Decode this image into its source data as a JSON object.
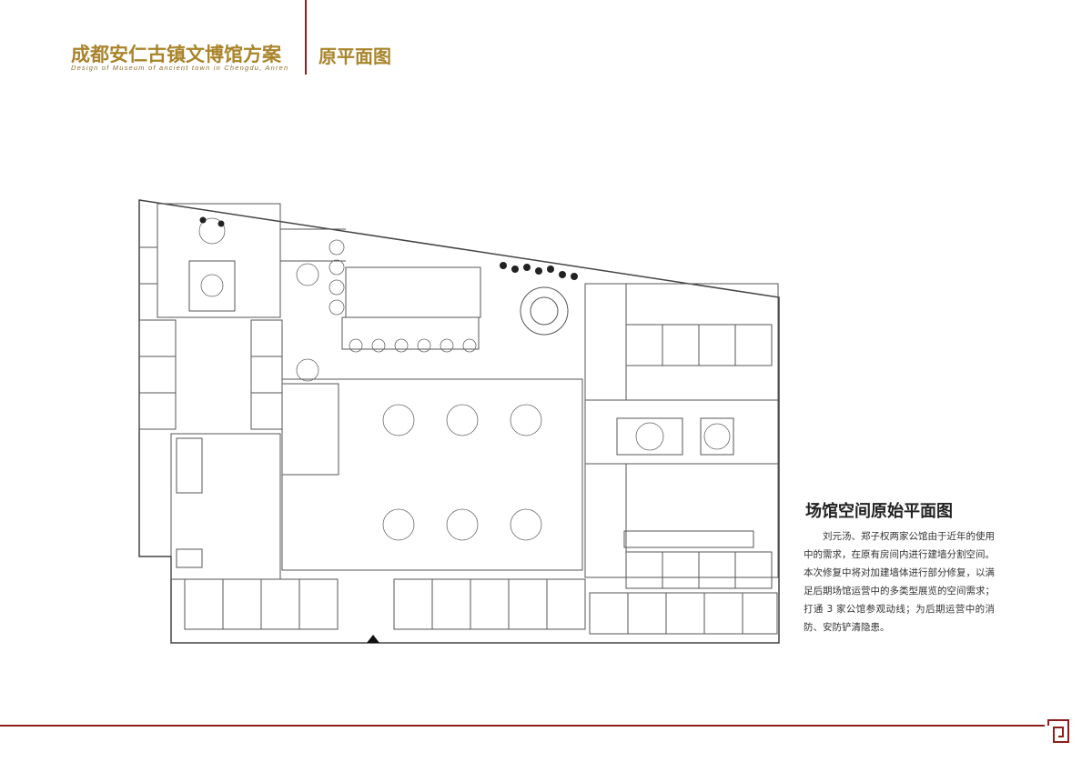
{
  "header": {
    "main_title": "成都安仁古镇文博馆方案",
    "main_subtitle": "Design of Museum of ancient town in Chengdu, Anren",
    "section_title": "原平面图"
  },
  "caption": {
    "title": "场馆空间原始平面图",
    "body": "刘元汤、郑子权两家公馆由于近年的使用中的需求，在原有房间内进行建墙分割空间。本次修复中将对加建墙体进行部分修复，以满足后期场馆运营中的多类型展览的空间需求；打通 3 家公馆参观动线；为后期运营中的消防、安防铲清隐患。"
  },
  "colors": {
    "accent_gold": "#a9842b",
    "accent_red": "#8e1d1d"
  }
}
